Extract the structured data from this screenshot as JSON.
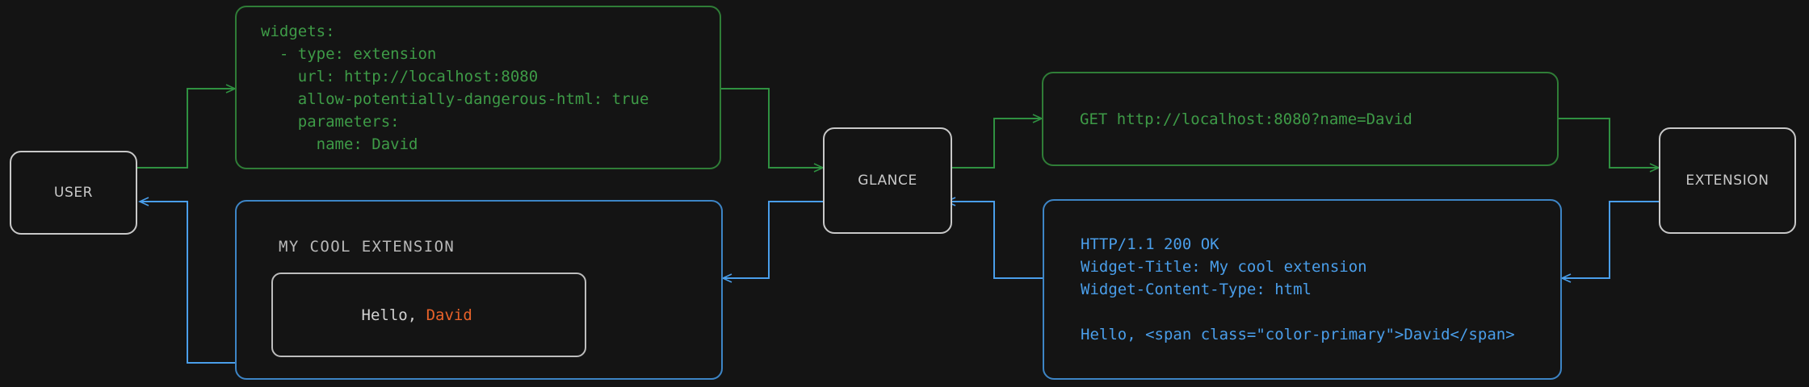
{
  "background": "#141414",
  "colors": {
    "request_green": "#3e9b47",
    "response_blue": "#4a9eea",
    "node_border": "#c8c8c8",
    "accent_orange": "#e8622a",
    "widget_text": "#d2d2d2"
  },
  "nodes": [
    {
      "id": "user",
      "label": "USER"
    },
    {
      "id": "glance",
      "label": "GLANCE"
    },
    {
      "id": "extension",
      "label": "EXTENSION"
    }
  ],
  "messages": {
    "yaml_config": {
      "kind": "request",
      "color": "#3e9b47",
      "lines": [
        "widgets:",
        "  - type: extension",
        "    url: http://localhost:8080",
        "    allow-potentially-dangerous-html: true",
        "    parameters:",
        "      name: David"
      ],
      "text": "widgets:\n  - type: extension\n    url: http://localhost:8080\n    allow-potentially-dangerous-html: true\n    parameters:\n      name: David"
    },
    "http_request": {
      "kind": "request",
      "color": "#3e9b47",
      "lines": [
        "GET http://localhost:8080?name=David"
      ],
      "text": "GET http://localhost:8080?name=David"
    },
    "http_response": {
      "kind": "response",
      "color": "#4a9eea",
      "lines": [
        "HTTP/1.1 200 OK",
        "Widget-Title: My cool extension",
        "Widget-Content-Type: html",
        "",
        "Hello, <span class=\"color-primary\">David</span>"
      ],
      "text": "HTTP/1.1 200 OK\nWidget-Title: My cool extension\nWidget-Content-Type: html\n\nHello, <span class=\"color-primary\">David</span>"
    }
  },
  "widget_preview": {
    "title": "MY COOL EXTENSION",
    "greeting_prefix": "Hello, ",
    "greeting_name": "David"
  },
  "arrows": [
    {
      "id": "user-to-yaml",
      "from": "user",
      "to": "yaml_config",
      "color": "#3e9b47",
      "direction": "right"
    },
    {
      "id": "yaml-to-glance",
      "from": "yaml_config",
      "to": "glance",
      "color": "#3e9b47",
      "direction": "right"
    },
    {
      "id": "glance-to-request",
      "from": "glance",
      "to": "http_request",
      "color": "#3e9b47",
      "direction": "right"
    },
    {
      "id": "request-to-extension",
      "from": "http_request",
      "to": "extension",
      "color": "#3e9b47",
      "direction": "right"
    },
    {
      "id": "extension-to-response",
      "from": "extension",
      "to": "http_response",
      "color": "#4a9eea",
      "direction": "left"
    },
    {
      "id": "response-to-glance",
      "from": "http_response",
      "to": "glance",
      "color": "#4a9eea",
      "direction": "left"
    },
    {
      "id": "glance-to-widget",
      "from": "glance",
      "to": "widget_preview",
      "color": "#4a9eea",
      "direction": "left"
    },
    {
      "id": "widget-to-user",
      "from": "widget_preview",
      "to": "user",
      "color": "#4a9eea",
      "direction": "left"
    }
  ]
}
